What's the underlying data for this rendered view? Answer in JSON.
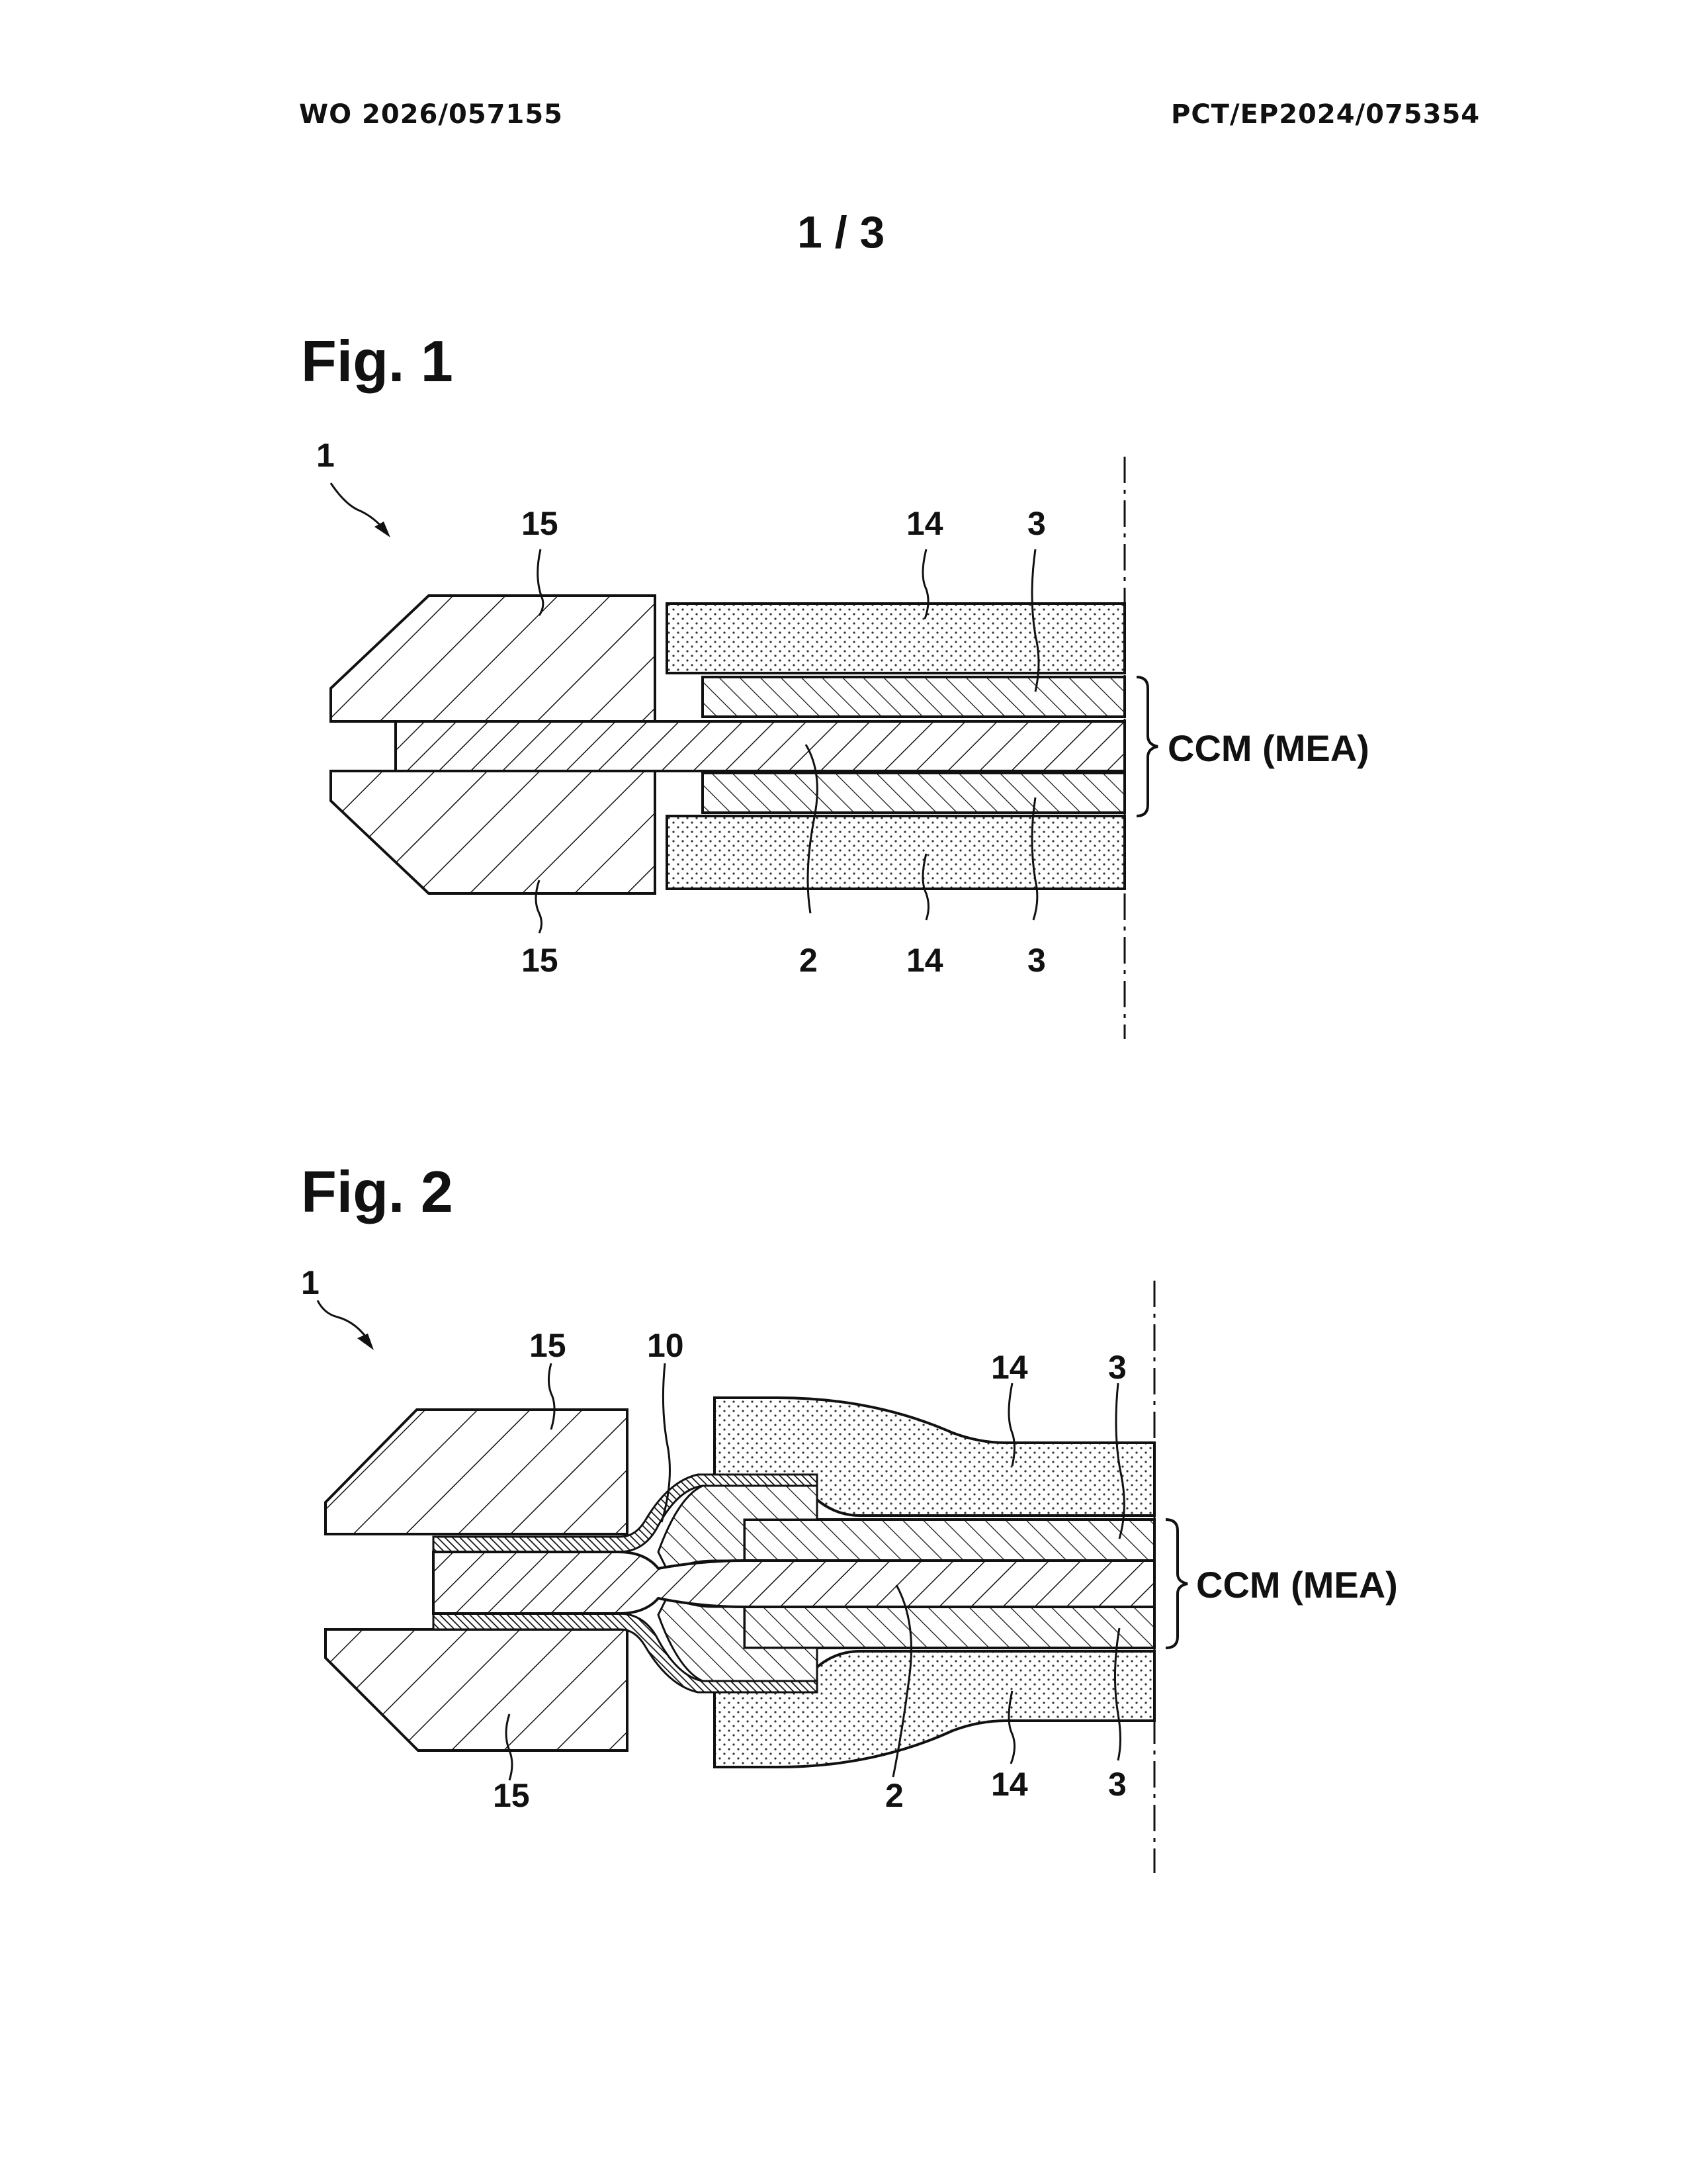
{
  "header": {
    "publication_number": "WO 2026/057155",
    "application_number": "PCT/EP2024/075354"
  },
  "sheet": "1 / 3",
  "figures": [
    {
      "label": "Fig. 1",
      "refs": {
        "assembly": "1",
        "membrane": "2",
        "electrode": "3",
        "gdl": "14",
        "tool": "15",
        "ccm": "CCM (MEA)"
      }
    },
    {
      "label": "Fig. 2",
      "refs": {
        "assembly": "1",
        "membrane": "2",
        "electrode": "3",
        "seal": "10",
        "gdl": "14",
        "tool": "15",
        "ccm": "CCM (MEA)"
      }
    }
  ]
}
